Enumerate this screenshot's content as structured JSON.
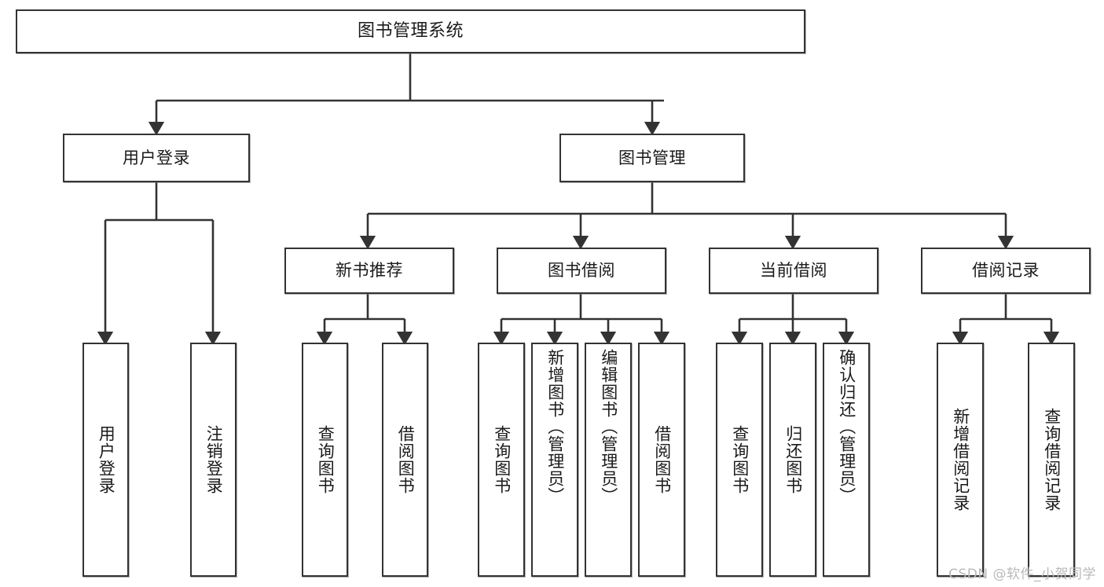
{
  "diagram": {
    "type": "tree",
    "title": "图书管理系统",
    "watermark": "CSDN @软件_小贺同学",
    "colors": {
      "stroke": "#333333",
      "fill": "#ffffff",
      "text": "#1a1a1a",
      "watermark": "#b9b9b9"
    },
    "levels": {
      "root": {
        "label": "图书管理系统"
      },
      "level2": [
        {
          "id": "user-login",
          "label": "用户登录"
        },
        {
          "id": "book-manage",
          "label": "图书管理"
        }
      ],
      "level3": [
        {
          "id": "new-book-rec",
          "label": "新书推荐"
        },
        {
          "id": "book-borrow",
          "label": "图书借阅"
        },
        {
          "id": "current-borrow",
          "label": "当前借阅"
        },
        {
          "id": "borrow-record",
          "label": "借阅记录"
        }
      ],
      "leaves": [
        {
          "id": "leaf-user-login",
          "label": "用户登录",
          "parent": "user-login"
        },
        {
          "id": "leaf-logout",
          "label": "注销登录",
          "parent": "user-login"
        },
        {
          "id": "leaf-query-book-1",
          "label": "查询图书",
          "parent": "new-book-rec"
        },
        {
          "id": "leaf-borrow-book-1",
          "label": "借阅图书",
          "parent": "new-book-rec"
        },
        {
          "id": "leaf-query-book-2",
          "label": "查询图书",
          "parent": "book-borrow"
        },
        {
          "id": "leaf-add-book",
          "label": "新增图书（管理员）",
          "parent": "book-borrow"
        },
        {
          "id": "leaf-edit-book",
          "label": "编辑图书（管理员）",
          "parent": "book-borrow"
        },
        {
          "id": "leaf-borrow-book-2",
          "label": "借阅图书",
          "parent": "book-borrow"
        },
        {
          "id": "leaf-query-book-3",
          "label": "查询图书",
          "parent": "current-borrow"
        },
        {
          "id": "leaf-return-book",
          "label": "归还图书",
          "parent": "current-borrow"
        },
        {
          "id": "leaf-confirm-return",
          "label": "确认归还（管理员）",
          "parent": "current-borrow"
        },
        {
          "id": "leaf-add-record",
          "label": "新增借阅记录",
          "parent": "borrow-record"
        },
        {
          "id": "leaf-query-record",
          "label": "查询借阅记录",
          "parent": "borrow-record"
        }
      ]
    }
  }
}
